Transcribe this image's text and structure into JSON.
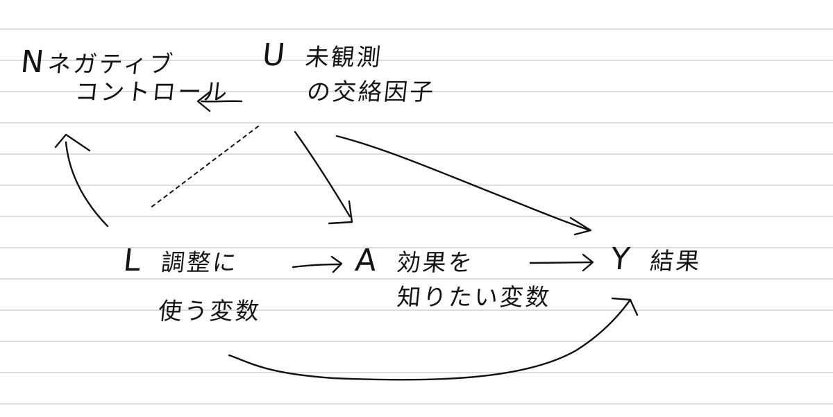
{
  "nodes": {
    "negative_control": {
      "symbol": "N",
      "line1": "ネガティブ",
      "line2": "コントロール"
    },
    "unobserved_confounder": {
      "symbol": "U",
      "line1": "未観測",
      "line2": "の交絡因子"
    },
    "adjustment": {
      "symbol": "L",
      "line1": "調整に",
      "line2": "使う変数"
    },
    "treatment": {
      "symbol": "A",
      "line1": "効果を",
      "line2": "知りたい変数"
    },
    "outcome": {
      "symbol": "Y",
      "line1": "結果"
    }
  },
  "edges": [
    {
      "from": "U",
      "to": "N",
      "style": "solid"
    },
    {
      "from": "U",
      "to": "L",
      "style": "dashed"
    },
    {
      "from": "U",
      "to": "A",
      "style": "solid"
    },
    {
      "from": "U",
      "to": "Y",
      "style": "solid"
    },
    {
      "from": "L",
      "to": "N",
      "style": "solid"
    },
    {
      "from": "L",
      "to": "A",
      "style": "solid"
    },
    {
      "from": "A",
      "to": "Y",
      "style": "solid"
    },
    {
      "from": "L",
      "to": "Y",
      "style": "solid"
    }
  ]
}
